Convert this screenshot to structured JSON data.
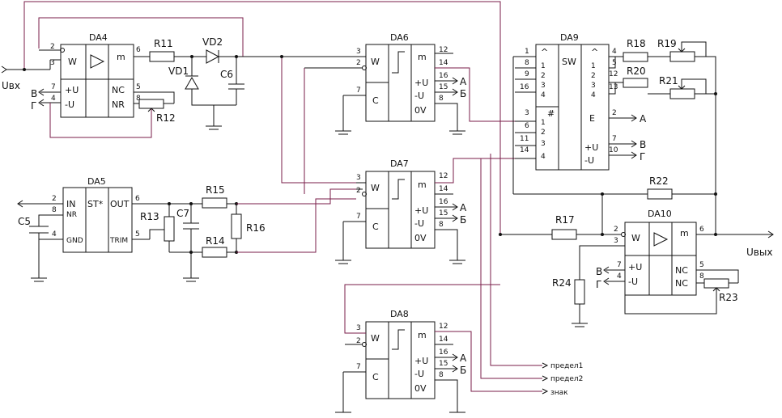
{
  "signals": {
    "input": "Uвх",
    "output": "Uвых",
    "out_1": "предел1",
    "out_2": "предел2",
    "out_3": "знак",
    "A": "А",
    "B": "Б",
    "V": "В",
    "G": "Г"
  },
  "chips": {
    "DA4": {
      "name": "DA4",
      "f1": "W",
      "f2": "m",
      "p_plus": "+U",
      "p_minus": "-U",
      "nc": "NC",
      "nr": "NR",
      "pins": [
        "2",
        "3",
        "6",
        "7",
        "4",
        "5",
        "8"
      ]
    },
    "DA5": {
      "name": "DA5",
      "in": "IN",
      "nr": "NR",
      "st": "ST*",
      "out": "OUT",
      "gnd": "GND",
      "trim": "TRIM",
      "pins": [
        "2",
        "8",
        "4",
        "6",
        "5"
      ]
    },
    "DA6": {
      "name": "DA6",
      "w": "W",
      "c": "C",
      "m": "m",
      "pu": "+U",
      "mu": "-U",
      "ov": "0V",
      "pins": [
        "3",
        "2",
        "7",
        "12",
        "14",
        "16",
        "15",
        "8"
      ]
    },
    "DA7": {
      "name": "DA7",
      "w": "W",
      "c": "C",
      "m": "m",
      "pu": "+U",
      "mu": "-U",
      "ov": "0V",
      "pins": [
        "3",
        "2",
        "7",
        "12",
        "14",
        "16",
        "15",
        "8"
      ]
    },
    "DA8": {
      "name": "DA8",
      "w": "W",
      "c": "C",
      "m": "m",
      "pu": "+U",
      "mu": "-U",
      "ov": "0V",
      "pins": [
        "3",
        "2",
        "7",
        "12",
        "14",
        "16",
        "15",
        "8"
      ]
    },
    "DA9": {
      "name": "DA9",
      "sw": "SW",
      "e": "E",
      "hash": "#",
      "caret": "^",
      "pu": "+U",
      "mu": "-U",
      "pins_left": [
        "1",
        "8",
        "9",
        "16",
        "3",
        "6",
        "11",
        "14"
      ],
      "pins_right": [
        "4",
        "5",
        "12",
        "13",
        "2",
        "7",
        "10"
      ],
      "rows": [
        "1",
        "2",
        "3",
        "4"
      ]
    },
    "DA10": {
      "name": "DA10",
      "w": "W",
      "m": "m",
      "pu": "+U",
      "mu": "-U",
      "nc": "NC",
      "pins": [
        "2",
        "3",
        "6",
        "7",
        "4",
        "5",
        "8"
      ]
    }
  },
  "components": {
    "R11": "R11",
    "R12": "R12",
    "R13": "R13",
    "R14": "R14",
    "R15": "R15",
    "R16": "R16",
    "R17": "R17",
    "R18": "R18",
    "R19": "R19",
    "R20": "R20",
    "R21": "R21",
    "R22": "R22",
    "R23": "R23",
    "R24": "R24",
    "VD1": "VD1",
    "VD2": "VD2",
    "C5": "C5",
    "C6": "C6",
    "C7": "C7"
  }
}
